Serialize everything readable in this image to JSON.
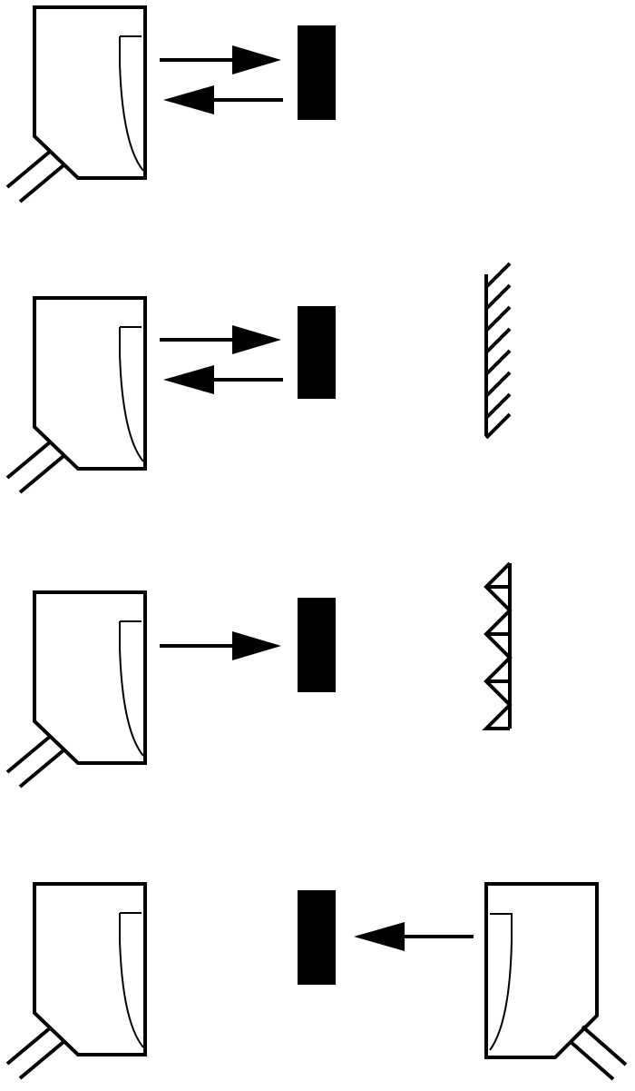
{
  "diagram": {
    "rows": [
      {
        "id": "diffuse",
        "sensor_left": true,
        "target_object": true,
        "emit_arrow": true,
        "return_arrow": true,
        "background": "none",
        "sensor_right": false
      },
      {
        "id": "background-suppression",
        "sensor_left": true,
        "target_object": true,
        "emit_arrow": true,
        "return_arrow": true,
        "background": "hatched-surface",
        "sensor_right": false
      },
      {
        "id": "retroreflective",
        "sensor_left": true,
        "target_object": true,
        "emit_arrow": true,
        "return_arrow": false,
        "background": "reflector",
        "sensor_right": false
      },
      {
        "id": "through-beam",
        "sensor_left": true,
        "target_object": true,
        "emit_arrow": false,
        "return_arrow": false,
        "background": "none",
        "sensor_right": true
      }
    ],
    "colors": {
      "line": "#000000",
      "background": "#ffffff"
    }
  }
}
